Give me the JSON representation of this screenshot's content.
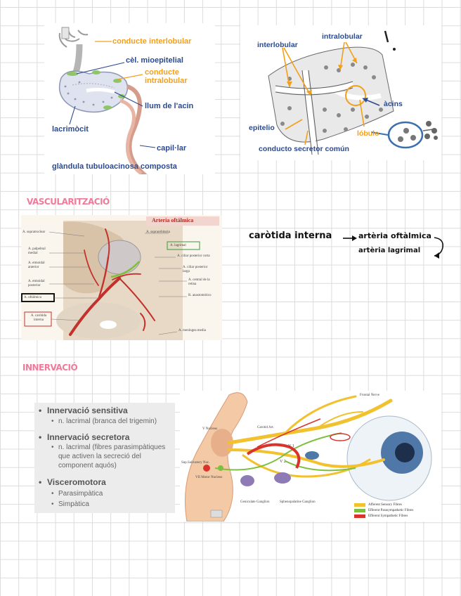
{
  "gland_diagram": {
    "labels": {
      "interlobular": "conducte interlobular",
      "mioepitelial": "cèl. mioepitelial",
      "intralobular_1": "conducte",
      "intralobular_2": "intralobular",
      "llum": "llum de l'acin",
      "lacrimocit": "lacrimòcit",
      "capil": "capil·lar",
      "caption": "glàndula tubuloacinosa composta"
    }
  },
  "lobule_diagram": {
    "labels": {
      "interlobular": "interlobular",
      "intralobular": "intralobular",
      "acins": "àcins",
      "epitelio": "epitelio",
      "lobulo": "lóbulo",
      "conducto": "conducto secretor común"
    }
  },
  "sections": {
    "vascular": "VASCULARITZACIÓ",
    "innervacio": "INNERVACIÓ"
  },
  "artery_figure": {
    "title": "Arteria oftálmica",
    "left_labels": [
      "A. supratroclear",
      "A. palpebral medial",
      "A. etmoidal anterior",
      "A. etmoidal posterior",
      "A. oftálmica",
      "A. carótida interna"
    ],
    "right_labels": [
      "A. supraorbitaria",
      "A. lagrimal",
      "A. ciliar posterior corta",
      "A. ciliar posterior larga",
      "A. central de la retina",
      "R. anastomótico",
      "A. meníngea media"
    ]
  },
  "notes": {
    "line1_a": "caròtida interna",
    "line1_b": "artèria oftàlmica",
    "line2": "artèria lagrimal"
  },
  "innervation": {
    "items": [
      {
        "heading": "Innervació sensitiva",
        "subs": [
          "n. lacrimal (branca del trigemin)"
        ]
      },
      {
        "heading": "Innervació secretora",
        "subs": [
          "n. lacrimal (fibres parasimpàtiques",
          "que activen la secreció del",
          "component aquós)"
        ]
      },
      {
        "heading": "Visceromotora",
        "subs": [
          "Parasimpàtica",
          "Simpàtica"
        ]
      }
    ]
  },
  "nerve_figure": {
    "labels": {
      "frontal": "Frontal Nerve",
      "v_nucleus": "V Nucleus",
      "carotid": "Carotid Art.",
      "sup_salivatory": "Sup.Salivatory Nuc.",
      "vii_motor": "VII Motor Nucleus",
      "geniculate": "Geniculate Ganglion",
      "sphenopalatine": "Sphenopalatine Ganglion",
      "v1": "V 1",
      "v2": "V 2"
    },
    "legend": [
      {
        "label": "Afferent Sensory Fibres",
        "color": "#f2c12e"
      },
      {
        "label": "Efferent Parasympathetic Fibres",
        "color": "#7fbf3f"
      },
      {
        "label": "Efferent Sympathetic Fibres",
        "color": "#d9342b"
      }
    ]
  },
  "colors": {
    "navy": "#2b4a8f",
    "orange": "#f2a01c",
    "pink": "#f07a9a",
    "blue_marker": "#3a6fb0"
  }
}
